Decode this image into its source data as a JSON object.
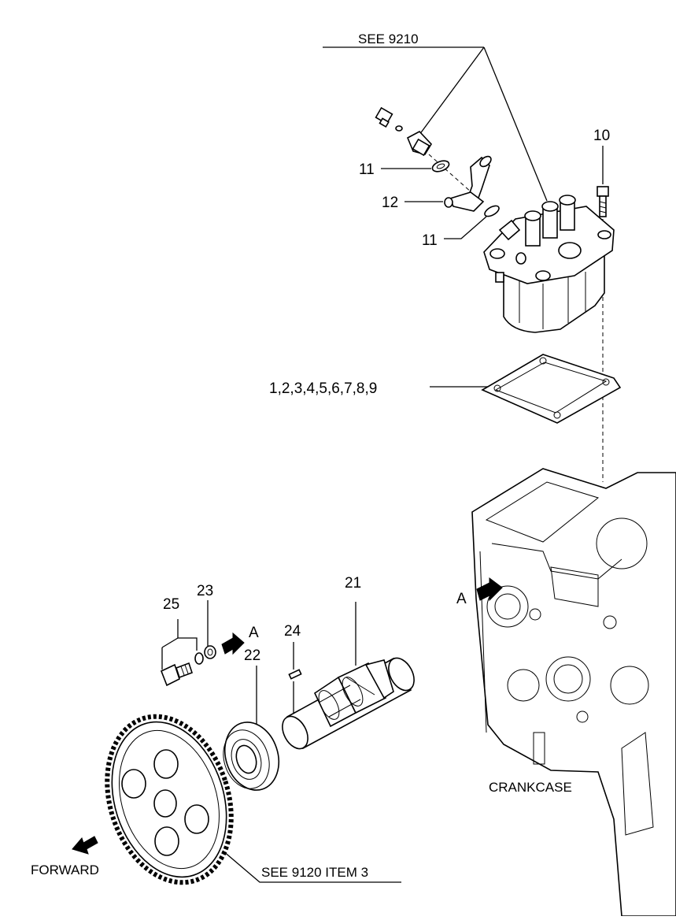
{
  "callouts": {
    "see_9210": "SEE 9210",
    "item_10": "10",
    "item_11_top": "11",
    "item_12": "12",
    "item_11_bottom": "11",
    "gasket_items": "1,2,3,4,5,6,7,8,9",
    "item_21": "21",
    "item_22": "22",
    "item_23": "23",
    "item_24": "24",
    "item_25": "25",
    "arrow_a_left": "A",
    "arrow_a_right": "A",
    "crankcase": "CRANKCASE",
    "forward": "FORWARD",
    "see_9120": "SEE 9120 ITEM 3"
  }
}
